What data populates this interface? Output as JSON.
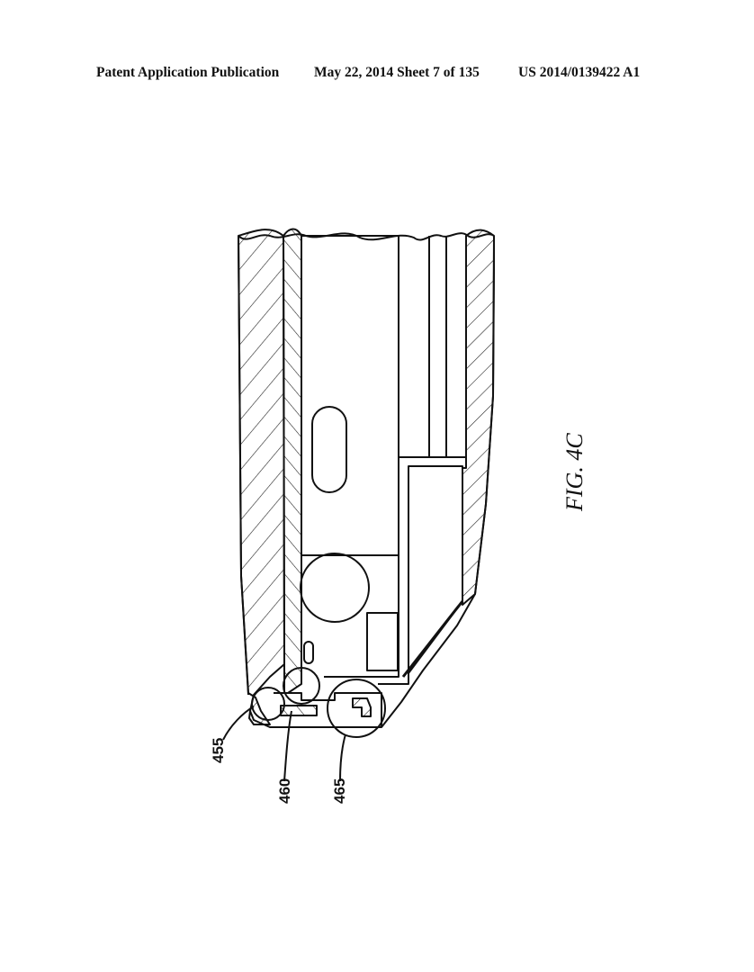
{
  "header": {
    "publication": "Patent Application Publication",
    "date_sheet": "May 22, 2014  Sheet 7 of 135",
    "number": "US 2014/0139422 A1"
  },
  "figure": {
    "caption": "FIG.  4C",
    "labels": {
      "r455": "455",
      "r460": "460",
      "r465": "465"
    }
  }
}
